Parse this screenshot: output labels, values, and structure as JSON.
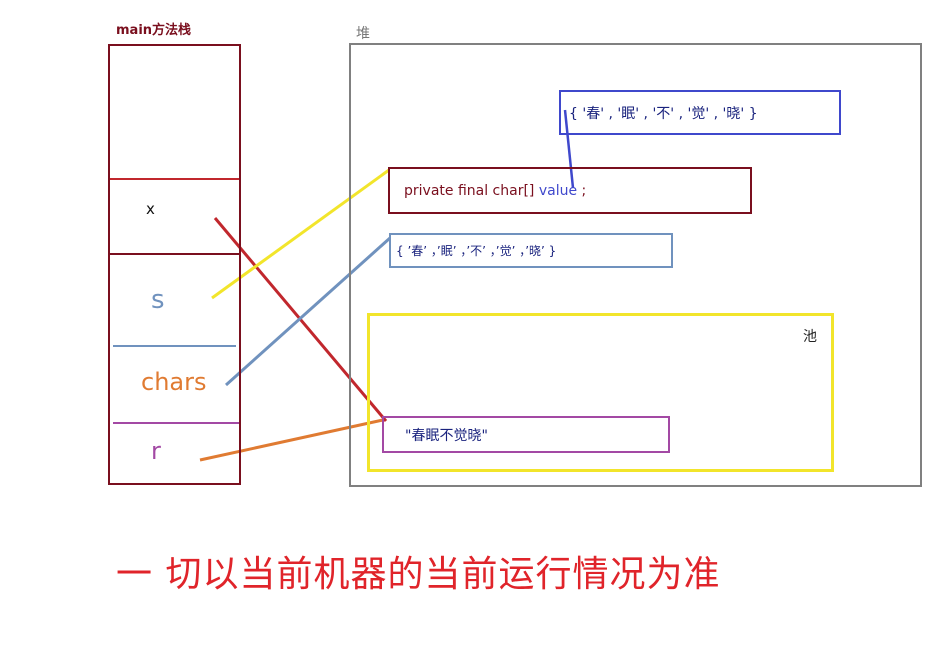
{
  "stack": {
    "title": "main方法栈",
    "vars": {
      "x": "x",
      "s": "s",
      "chars": "chars",
      "r": "r"
    }
  },
  "heap": {
    "title": "堆",
    "value_array": "{ '春' , '眠' , '不' , '觉' , '晓' }",
    "field": {
      "part1": "private final char[] ",
      "part2": "value",
      "part3": " ;"
    },
    "chars_array": "{ ’春’ ，’眠’ ，’不’ ，’觉’ ，’晓’ }",
    "pool": {
      "title": "池",
      "literal": "\"春眠不觉晓\""
    }
  },
  "footer": "一 切以当前机器的当前运行情况为准",
  "colors": {
    "stack_border": "#7a0f1e",
    "heap_border": "#808080",
    "value_box": "#3f48cc",
    "chars_box": "#7092be",
    "pool_border": "#f2e52b",
    "literal_box": "#a349a4",
    "line_x": "#c1272d",
    "line_s": "#f2e52b",
    "line_chars": "#7092be",
    "line_r": "#e07b32",
    "footer": "#e0242a"
  }
}
